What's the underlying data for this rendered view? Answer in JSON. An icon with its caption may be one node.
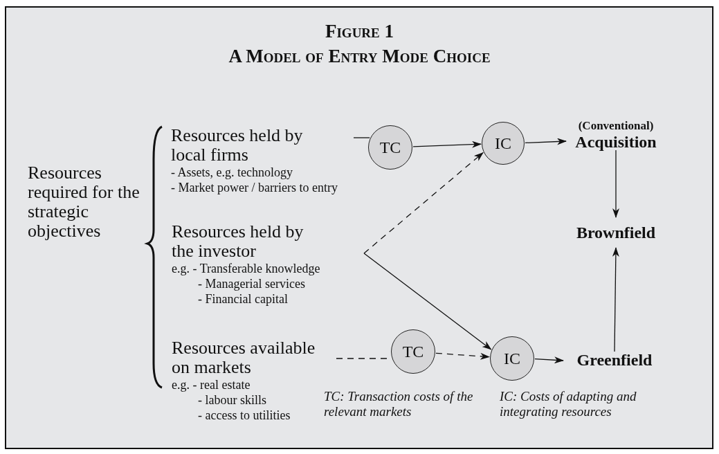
{
  "diagram": {
    "title": "Figure 1",
    "nodes": [
      {
        "text": [
          "Resources held by local firms",
          "- Assets, e.g. technology",
          "- Market power / barriers to entry"
        ]
      },
      {
        "text": [
          "Resources held by the investor",
          "e.g. - Transferable knowledge",
          "- Managerial services",
          "- Financial capital"
        ]
      },
      {
        "text": [
          "Resources available on markets",
          "e.g. - real estate",
          "- labour skills",
          "- access to utilities"
        ]
      },
      {
        "text": [
          "TC"
        ]
      },
      {
        "text": [
          "IC"
        ]
      },
      {
        "text": [
          "(Conventional)",
          "Acquisition"
        ]
      },
      {
        "text": [
          "Brownfield"
        ]
      },
      {
        "text": [
          "TC"
        ]
      },
      {
        "text": [
          "IC"
        ]
      },
      {
        "text": [
          "Greenfield"
        ]
      }
    ],
    "edges": [
      {
        "from": 0,
        "to": 3,
        "arrow": "none"
      },
      {
        "from": 3,
        "to": 4,
        "arrow": "to"
      },
      {
        "from": 4,
        "to": 5,
        "arrow": "to"
      },
      {
        "from": 1,
        "to": 4,
        "arrow": "to",
        "style": "dashed"
      },
      {
        "from": 1,
        "to": 8,
        "arrow": "to"
      },
      {
        "from": 2,
        "to": 7,
        "arrow": "none",
        "style": "dashed"
      },
      {
        "from": 7,
        "to": 8,
        "arrow": "to",
        "style": "dashed"
      },
      {
        "from": 8,
        "to": 9,
        "arrow": "to"
      },
      {
        "from": 5,
        "to": 6,
        "arrow": "to"
      },
      {
        "from": 9,
        "to": 6,
        "arrow": "to"
      }
    ],
    "labels": [
      "A Model of Entry Mode Choice",
      "Resources required for the strategic objectives",
      "TC: Transaction costs of the relevant markets",
      "IC: Costs of adapting and integrating resources"
    ]
  }
}
